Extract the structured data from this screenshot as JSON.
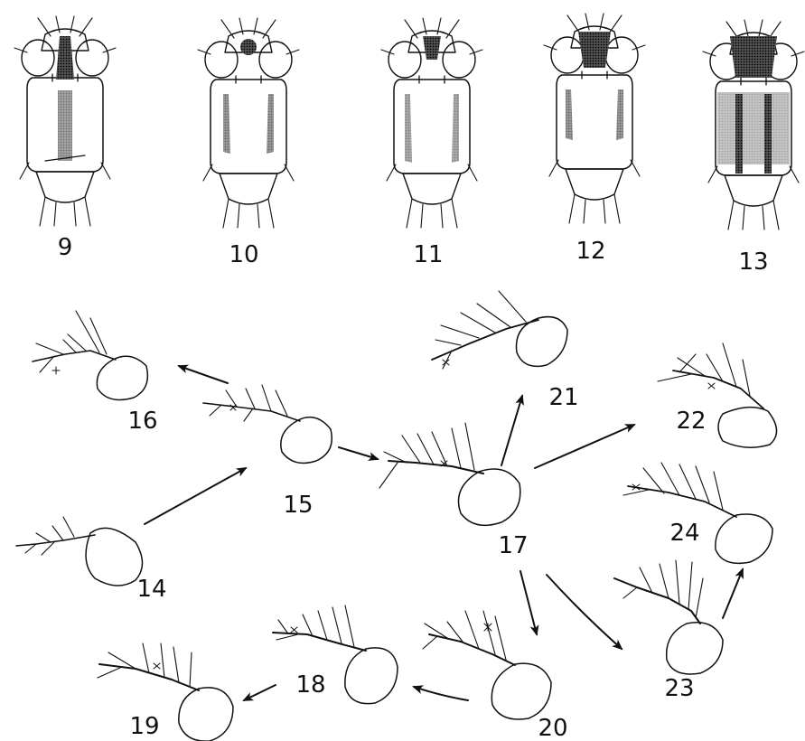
{
  "figure": {
    "thorax_views": [
      {
        "label": "9"
      },
      {
        "label": "10"
      },
      {
        "label": "11"
      },
      {
        "label": "12"
      },
      {
        "label": "13"
      }
    ],
    "antennae": [
      {
        "label": "14"
      },
      {
        "label": "15"
      },
      {
        "label": "16"
      },
      {
        "label": "17"
      },
      {
        "label": "18"
      },
      {
        "label": "19"
      },
      {
        "label": "20"
      },
      {
        "label": "21"
      },
      {
        "label": "22"
      },
      {
        "label": "23"
      },
      {
        "label": "24"
      }
    ],
    "colors": {
      "ink": "#111111",
      "paper": "#ffffff"
    }
  }
}
